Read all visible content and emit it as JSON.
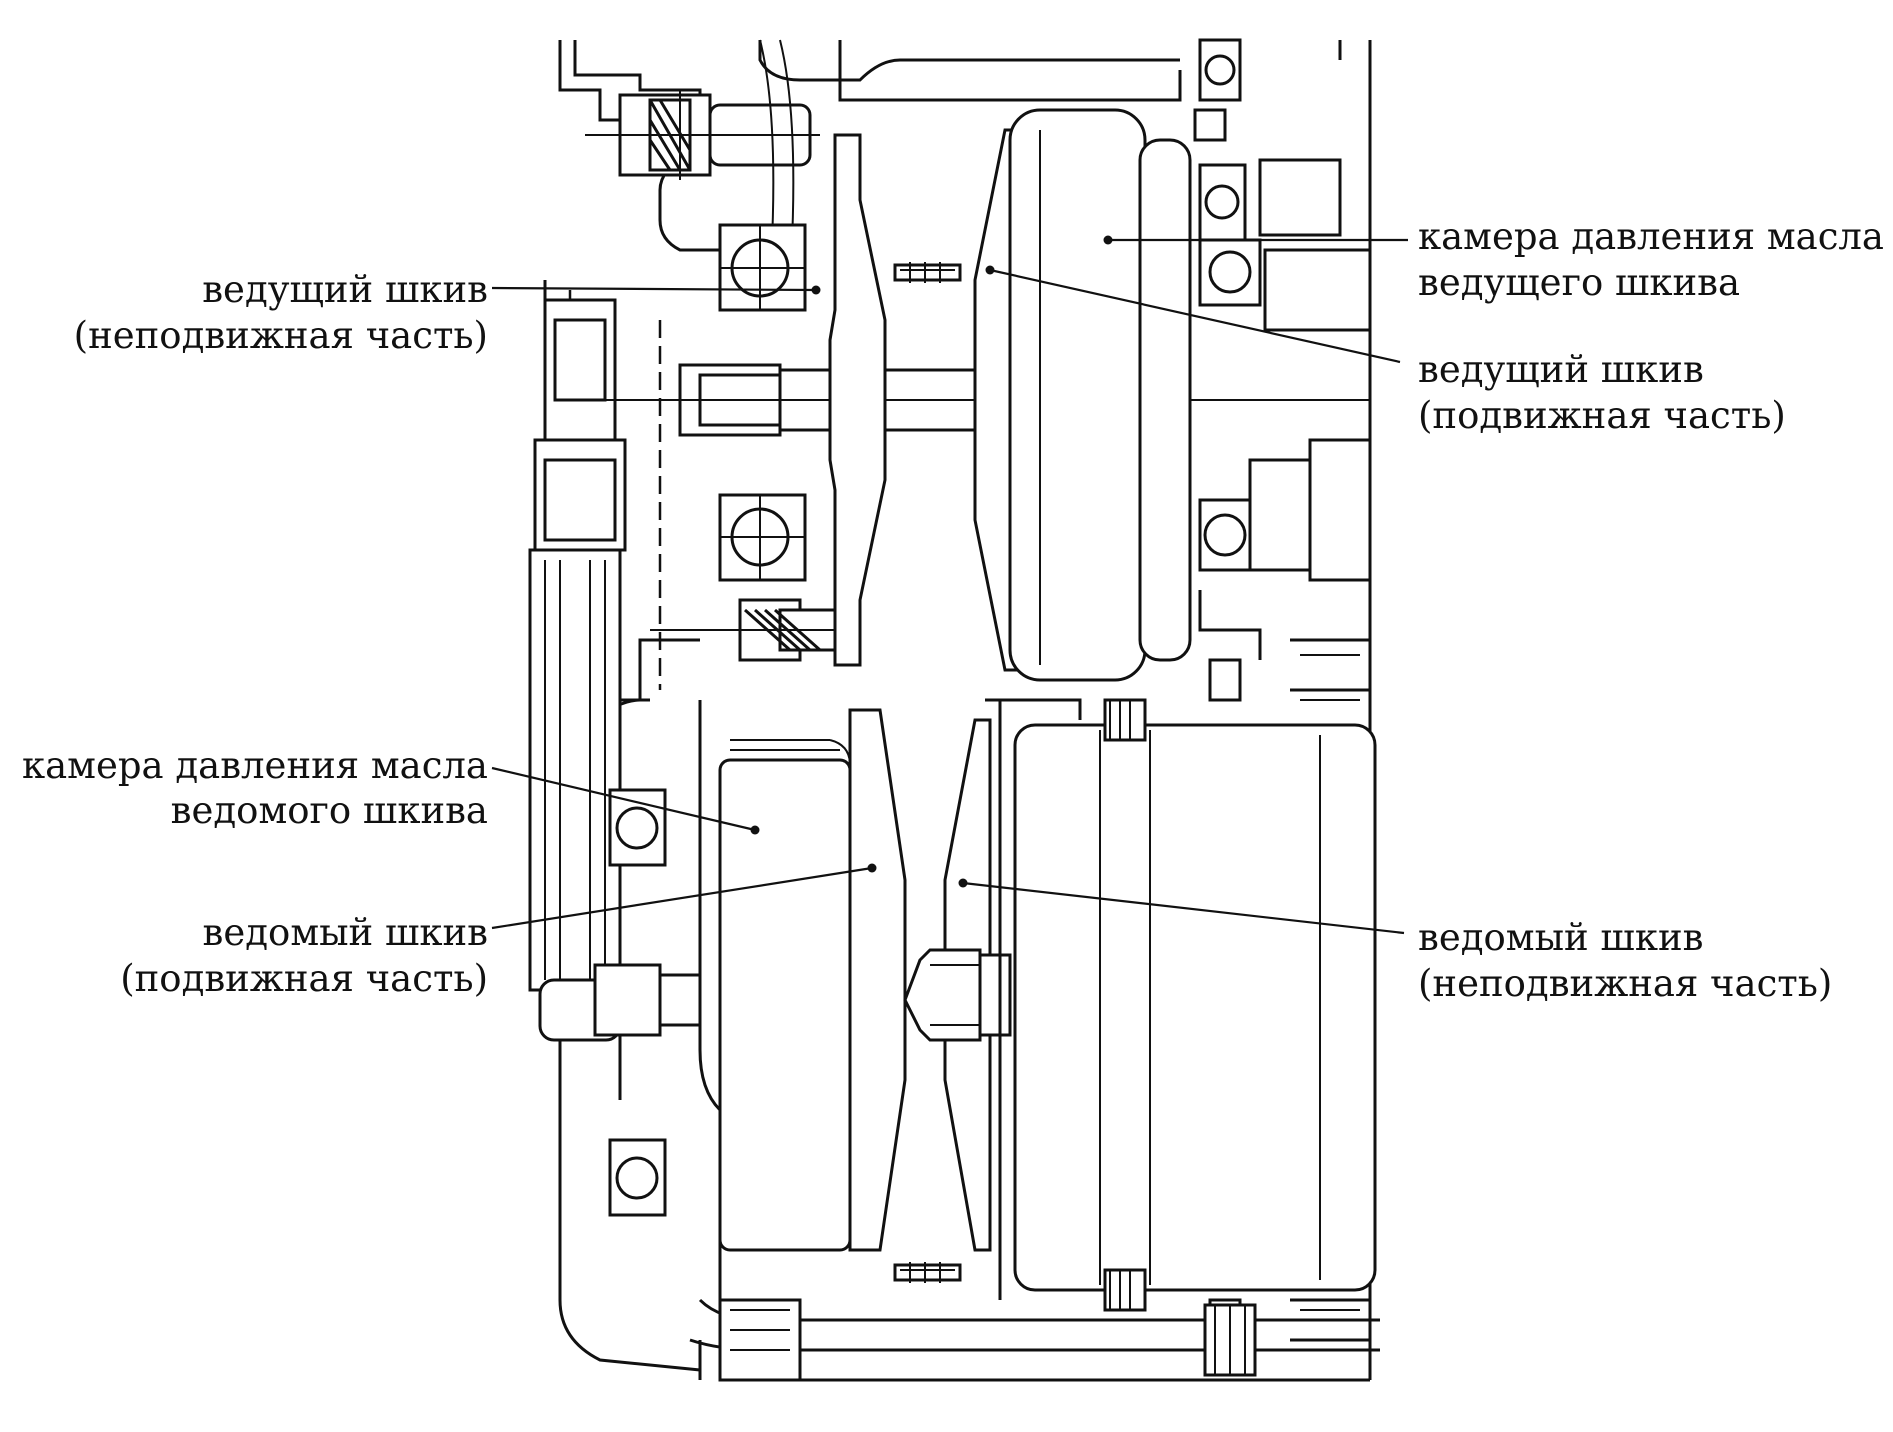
{
  "labels": {
    "drive_pulley_fixed": [
      "ведущий шкив",
      "(неподвижная часть)"
    ],
    "drive_pulley_oil_chamber": [
      "камера давления масла",
      "ведущего шкива"
    ],
    "drive_pulley_movable": [
      "ведущий шкив",
      "(подвижная часть)"
    ],
    "driven_pulley_oil_chamber": [
      "камера давления масла",
      "ведомого шкива"
    ],
    "driven_pulley_movable": [
      "ведомый шкив",
      "(подвижная часть)"
    ],
    "driven_pulley_fixed": [
      "ведомый шкив",
      "(неподвижная часть)"
    ]
  }
}
